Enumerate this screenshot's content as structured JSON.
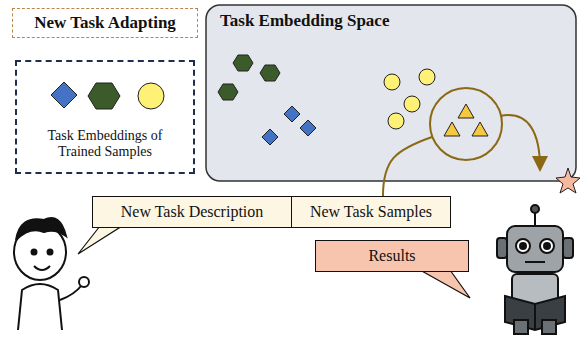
{
  "diagram": {
    "nodes": [
      {
        "text": [
          "New Task Adapting"
        ]
      },
      {
        "text": [
          "Task Embeddings of Trained Samples"
        ]
      },
      {
        "text": [
          "Task Embedding Space"
        ]
      },
      {
        "text": [
          "New Task Description"
        ]
      },
      {
        "text": [
          "New Task Samples"
        ]
      },
      {
        "text": [
          "Results"
        ]
      }
    ]
  }
}
